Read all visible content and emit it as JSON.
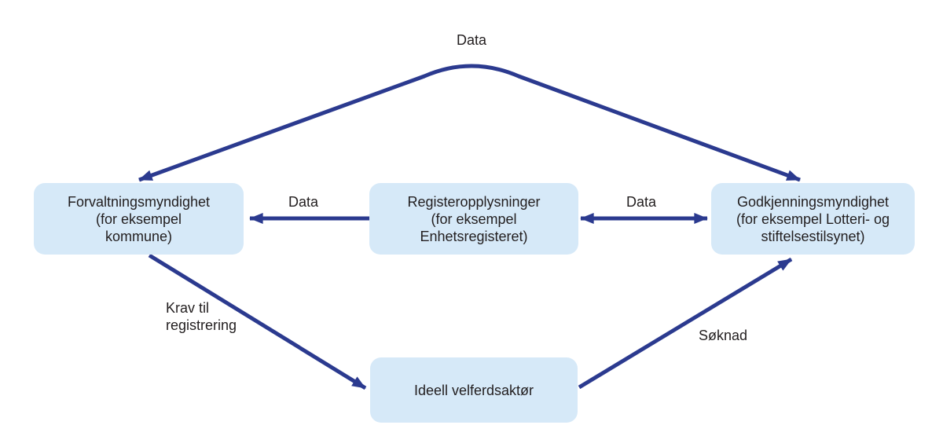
{
  "diagram": {
    "colors": {
      "node_fill": "#D6E9F8",
      "arrow": "#2B3A8F",
      "text": "#221E1F",
      "background": "#FFFFFF"
    },
    "nodes": {
      "forvaltningsmyndighet": {
        "label": "Forvaltningsmyndighet\n(for eksempel\nkommune)"
      },
      "registeropplysninger": {
        "label": "Registeropplysninger\n(for eksempel\nEnhetsregisteret)"
      },
      "godkjenningsmyndighet": {
        "label": "Godkjenningsmyndighet\n(for eksempel Lotteri- og\nstiftelsestilsynet)"
      },
      "ideell_velferdsaktor": {
        "label": "Ideell velferdsaktør"
      }
    },
    "edges": {
      "data_top": {
        "label": "Data",
        "from": "forvaltningsmyndighet",
        "to": "godkjenningsmyndighet",
        "direction": "both"
      },
      "data_left": {
        "label": "Data",
        "from": "registeropplysninger",
        "to": "forvaltningsmyndighet",
        "direction": "one-way"
      },
      "data_right": {
        "label": "Data",
        "from": "registeropplysninger",
        "to": "godkjenningsmyndighet",
        "direction": "both"
      },
      "krav_til_registrering": {
        "label": "Krav til\nregistrering",
        "from": "forvaltningsmyndighet",
        "to": "ideell_velferdsaktor",
        "direction": "one-way"
      },
      "soknad": {
        "label": "Søknad",
        "from": "ideell_velferdsaktor",
        "to": "godkjenningsmyndighet",
        "direction": "one-way"
      }
    }
  }
}
